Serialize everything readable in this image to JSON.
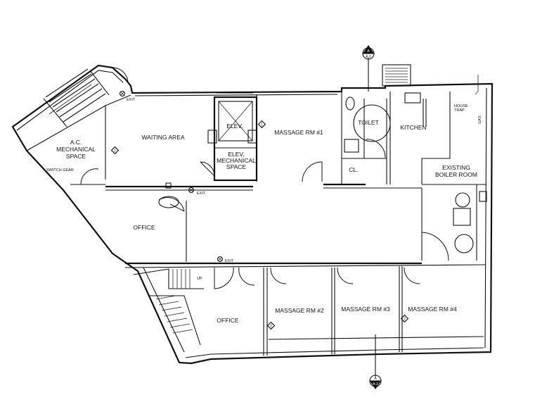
{
  "rooms": {
    "ac_mech": [
      "A.C.",
      "MECHANICAL",
      "SPACE"
    ],
    "waiting": "WAITING AREA",
    "elev": "ELEV.",
    "elev_mech": [
      "ELEV.",
      "MECHANICAL",
      "SPACE"
    ],
    "massage1": "MASSAGE RM #1",
    "toilet": "TOILET",
    "kitchen": "KITCHEN",
    "closet": "CL.",
    "boiler": [
      "EXISTING",
      "BOILER ROOM"
    ],
    "office_upper": "OFFICE",
    "office_lower": "OFFICE",
    "massage2": "MASSAGE RM #2",
    "massage3": "MASSAGE RM #3",
    "massage4": "MASSAGE RM #4"
  },
  "labels": {
    "exit": "EXIT",
    "switch_gear": "SWITCH GEAR",
    "house_trap": [
      "HOUSE",
      "TRAP"
    ],
    "gas": "GAS",
    "up": "UP"
  },
  "section_marker": {
    "letter": "A",
    "sheet": "A-2"
  },
  "tags": {
    "wall_type": "2",
    "elev_note": "1"
  }
}
